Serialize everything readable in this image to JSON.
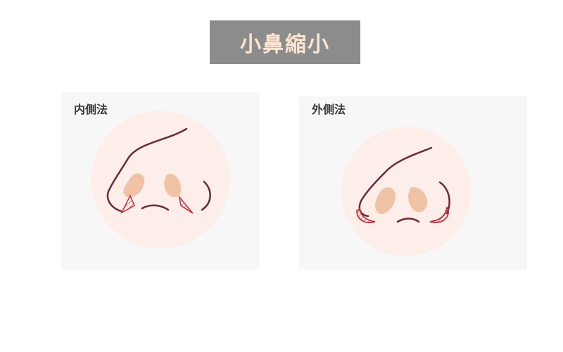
{
  "title": "小鼻縮小",
  "panels": [
    {
      "label": "内側法"
    },
    {
      "label": "外側法"
    }
  ],
  "colors": {
    "title_bg": "#8c8c8c",
    "title_text": "#fbe5d3",
    "circle": "#fdeeea",
    "nostril": "#f0c3a6",
    "outline": "#6b2a3a",
    "incision": "#c0303a"
  }
}
